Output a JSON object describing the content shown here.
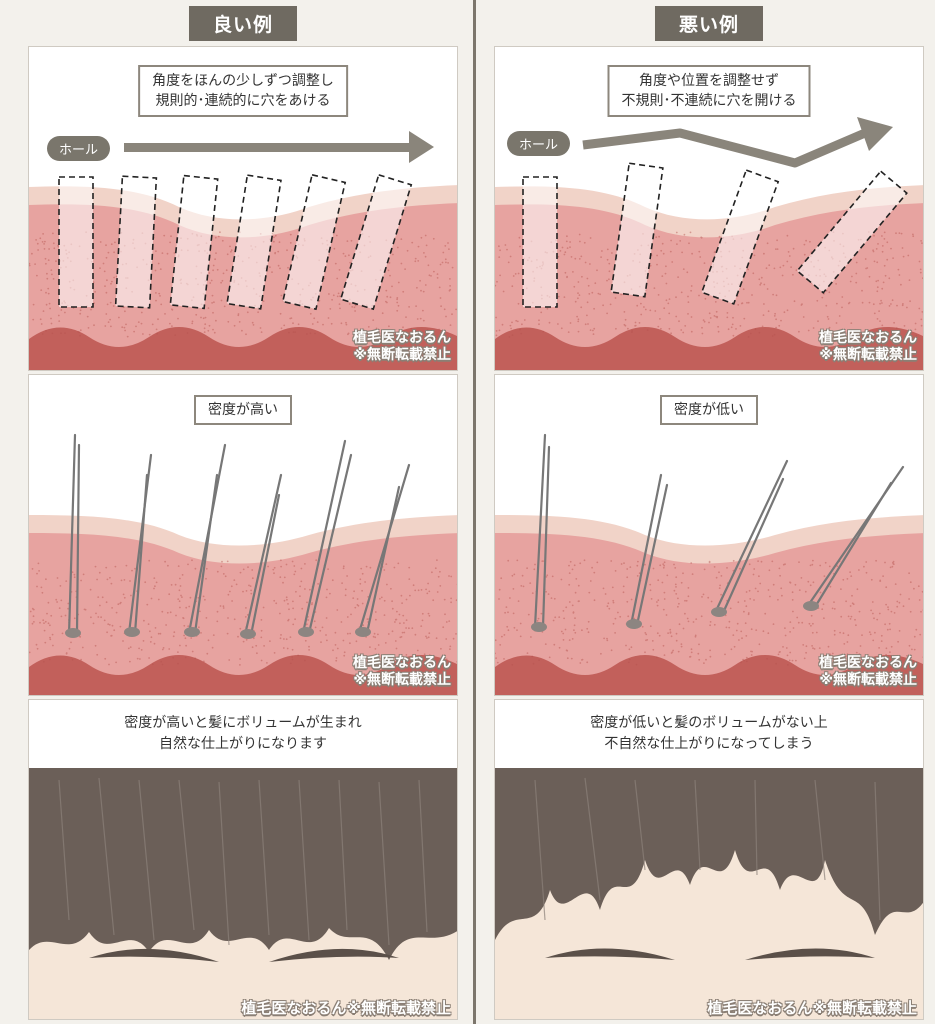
{
  "left": {
    "title": "良い例",
    "panel1": {
      "callout_line1": "角度をほんの少しずつ調整し",
      "callout_line2": "規則的･連続的に穴をあける",
      "hole_label": "ホール",
      "credit_line1": "植毛医なおるん",
      "credit_line2": "※無断転載禁止"
    },
    "panel2": {
      "callout": "密度が高い",
      "credit_line1": "植毛医なおるん",
      "credit_line2": "※無断転載禁止"
    },
    "panel3": {
      "caption_line1": "密度が高いと髪にボリュームが生まれ",
      "caption_line2": "自然な仕上がりになります",
      "credit_line1": "植毛医なおるん",
      "credit_line2": "※無断転載禁止"
    }
  },
  "right": {
    "title": "悪い例",
    "panel1": {
      "callout_line1": "角度や位置を調整せず",
      "callout_line2": "不規則･不連続に穴を開ける",
      "hole_label": "ホール",
      "credit_line1": "植毛医なおるん",
      "credit_line2": "※無断転載禁止"
    },
    "panel2": {
      "callout": "密度が低い",
      "credit_line1": "植毛医なおるん",
      "credit_line2": "※無断転載禁止"
    },
    "panel3": {
      "caption_line1": "密度が低いと髪のボリュームがない上",
      "caption_line2": "不自然な仕上がりになってしまう",
      "credit_line1": "植毛医なおるん",
      "credit_line2": "※無断転載禁止"
    }
  },
  "colors": {
    "badge": "#6f6a61",
    "skin_top": "#f1d3c8",
    "dermis": "#e7a3a0",
    "deep": "#c2605b",
    "hair": "#6b5f58",
    "forehead": "#f5e6d8",
    "arrow": "#8a857b"
  }
}
